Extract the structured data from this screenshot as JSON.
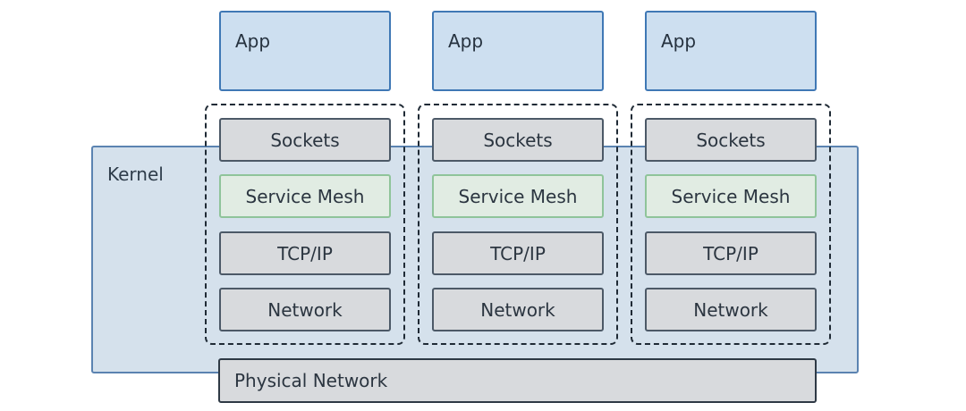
{
  "kernel": {
    "label": "Kernel"
  },
  "stacks": [
    {
      "app": "App",
      "layers": [
        "Sockets",
        "Service Mesh",
        "TCP/IP",
        "Network"
      ]
    },
    {
      "app": "App",
      "layers": [
        "Sockets",
        "Service Mesh",
        "TCP/IP",
        "Network"
      ]
    },
    {
      "app": "App",
      "layers": [
        "Sockets",
        "Service Mesh",
        "TCP/IP",
        "Network"
      ]
    }
  ],
  "physical_network": {
    "label": "Physical Network"
  },
  "colors": {
    "kernel_fill": "#d5e1ec",
    "kernel_border": "#5b83b1",
    "app_fill": "#cddff0",
    "app_border": "#3f78b5",
    "layer_fill": "#d8dadd",
    "layer_border": "#4c5967",
    "service_mesh_fill": "#e1ece3",
    "service_mesh_border": "#8fc49a"
  }
}
